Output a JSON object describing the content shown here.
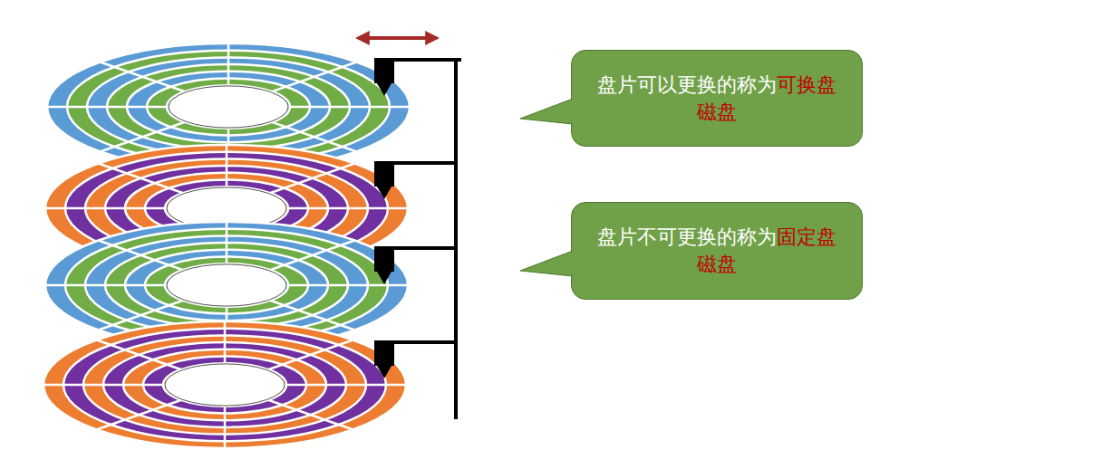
{
  "diagram": {
    "nodes": [
      {
        "text": [
          "盘片可以更换的称为",
          "可换盘磁盘"
        ]
      },
      {
        "text": [
          "盘片不可更换的称为",
          "固定盘磁盘"
        ]
      }
    ]
  }
}
